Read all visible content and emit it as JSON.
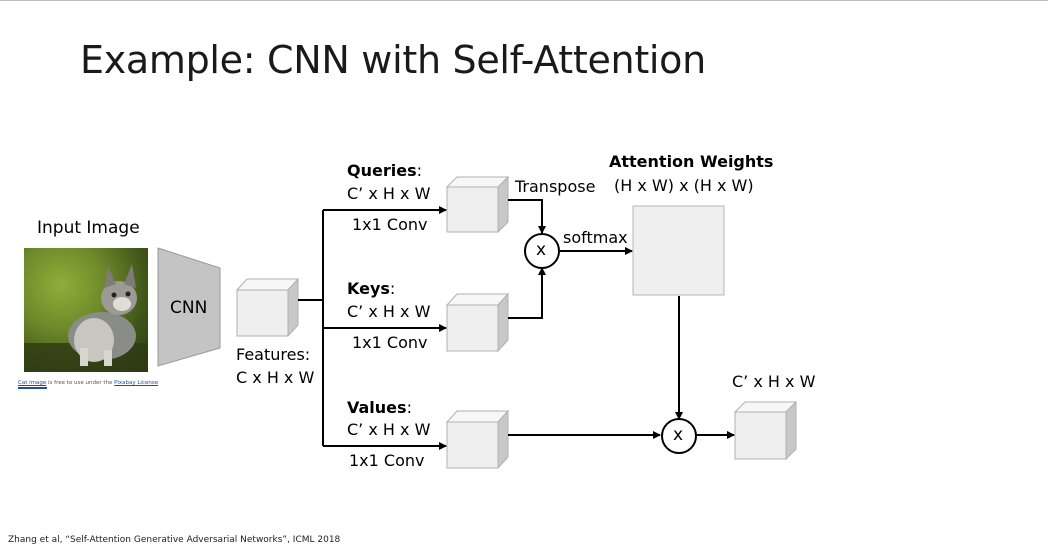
{
  "title": "Example: CNN with Self-Attention",
  "input_label": "Input Image",
  "credit": {
    "link_text": "Cat image",
    "middle_text": " is free to use under the ",
    "license_text": "Pixabay License"
  },
  "cnn_label": "CNN",
  "features": {
    "label": "Features:",
    "shape": "C x H x W"
  },
  "queries": {
    "label": "Queries",
    "colon": ":",
    "shape": "C’ x H x W",
    "conv": "1x1 Conv"
  },
  "keys": {
    "label": "Keys",
    "colon": ":",
    "shape": "C’ x H x W",
    "conv": "1x1 Conv"
  },
  "values": {
    "label": "Values",
    "colon": ":",
    "shape": "C’ x H x W",
    "conv": "1x1 Conv"
  },
  "transpose_label": "Transpose",
  "softmax_label": "softmax",
  "attention": {
    "title": "Attention Weights",
    "shape": "(H x W) x (H x W)"
  },
  "multiply_symbol": "x",
  "output_shape": "C’ x H x W",
  "footer": "Zhang et al, “Self-Attention Generative Adversarial Networks”, ICML 2018",
  "colors": {
    "box_front": "#efefef",
    "box_top": "#f7f7f7",
    "box_side": "#c8c8c8",
    "box_edge": "#b0b0b0",
    "cnn_fill": "#c4c4c4",
    "line": "#000000"
  }
}
